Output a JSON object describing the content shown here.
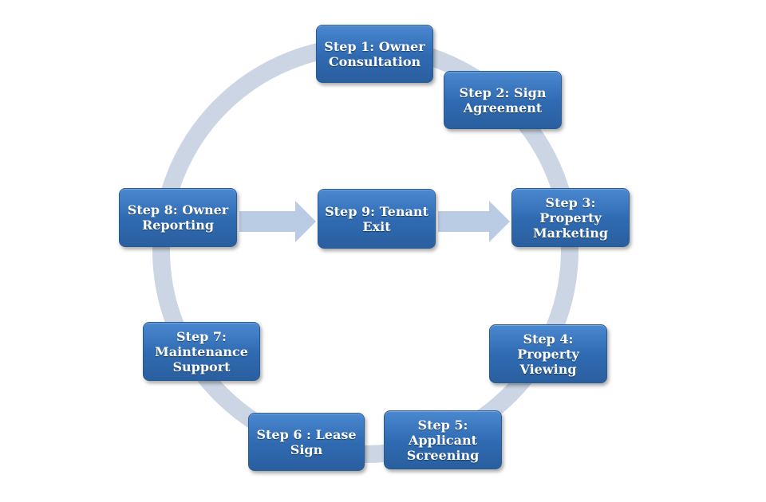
{
  "diagram": {
    "steps": [
      {
        "label": "Step 1: Owner\nConsultation"
      },
      {
        "label": "Step 2: Sign\nAgreement"
      },
      {
        "label": "Step 3:\nProperty\nMarketing"
      },
      {
        "label": "Step 4:\nProperty\nViewing"
      },
      {
        "label": "Step 5:\nApplicant\nScreening"
      },
      {
        "label": "Step 6 : Lease\nSign"
      },
      {
        "label": "Step 7:\nMaintenance\nSupport"
      },
      {
        "label": "Step 8: Owner\nReporting"
      },
      {
        "label": "Step 9: Tenant\nExit"
      }
    ]
  },
  "colors": {
    "box": "#3573bb",
    "ring": "#cbd5e4",
    "arrow": "#b9cce4"
  }
}
